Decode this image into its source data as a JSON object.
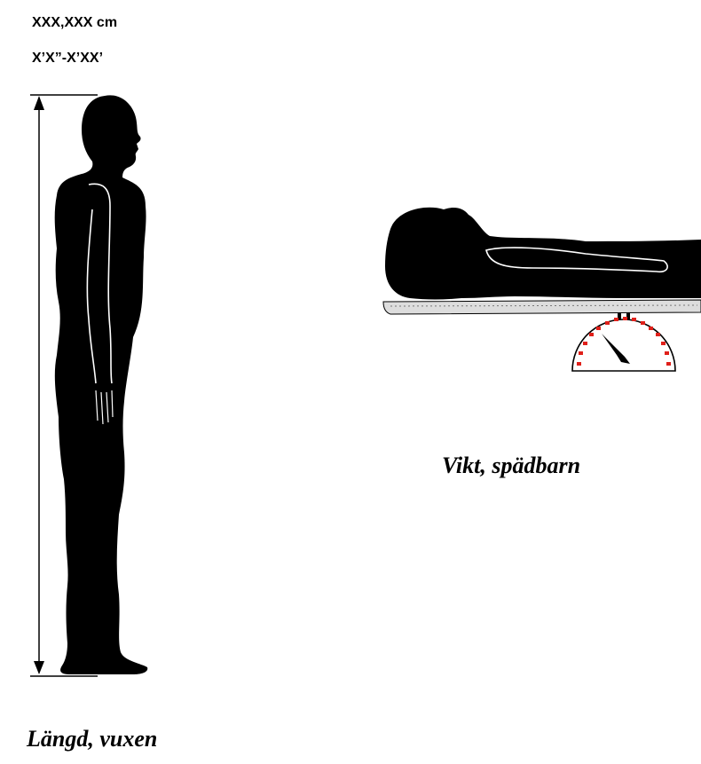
{
  "measurement": {
    "metric": "XXX,XXX cm",
    "imperial": "X’X”-X’XX’"
  },
  "captions": {
    "adult": "Längd, vuxen",
    "infant": "Vikt, spädbarn"
  },
  "colors": {
    "silhouette": "#000000",
    "scale_ticks": "#e0201a",
    "outline": "#ffffff"
  }
}
